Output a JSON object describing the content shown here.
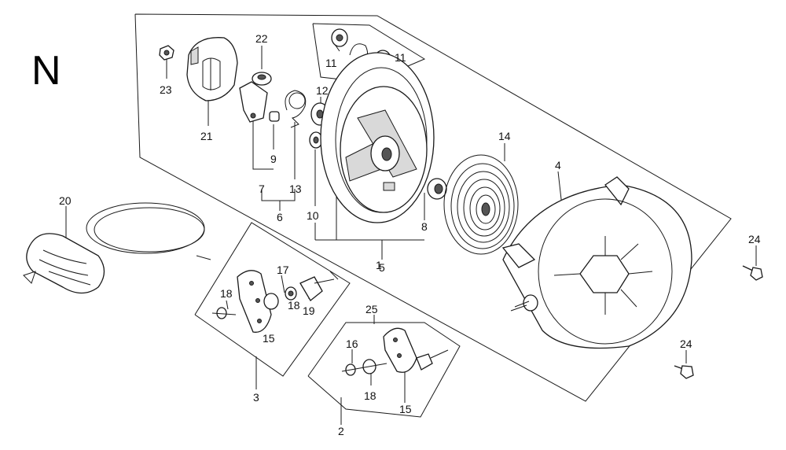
{
  "page_letter": "N",
  "callouts": [
    "1",
    "2",
    "3",
    "4",
    "5",
    "6",
    "7",
    "8",
    "9",
    "10",
    "11",
    "11",
    "12",
    "13",
    "14",
    "15",
    "15",
    "16",
    "17",
    "18",
    "18",
    "18",
    "19",
    "20",
    "21",
    "22",
    "23",
    "24",
    "24",
    "25"
  ],
  "icons": {
    "starter_case": "starter-case-icon",
    "reel": "starter-reel-icon",
    "spring": "recoil-spring-icon",
    "handle": "starter-grip-icon",
    "rope": "starter-rope-icon",
    "bolt": "flange-bolt-icon"
  }
}
